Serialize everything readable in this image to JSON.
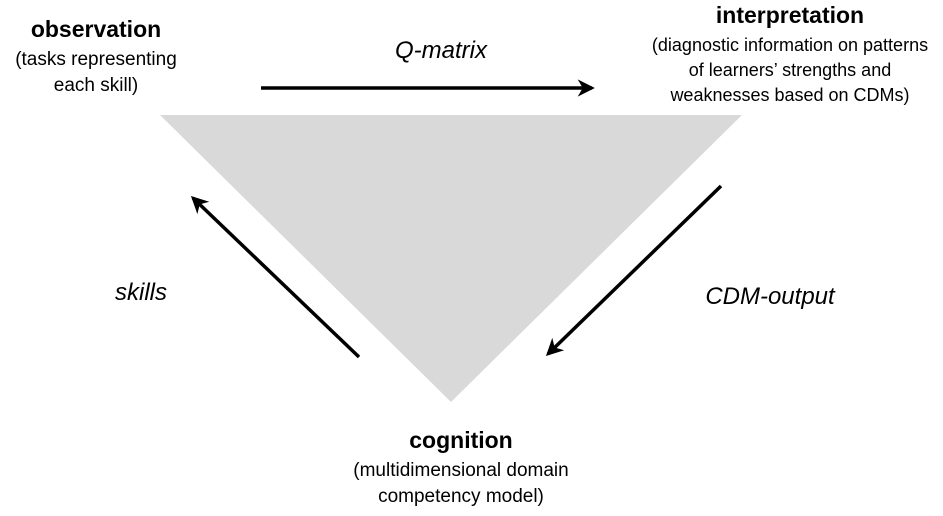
{
  "diagram": {
    "description_label": "assessment-triangle"
  },
  "nodes": {
    "observation": {
      "title": "observation",
      "sub_lines": [
        "(tasks representing",
        "each skill)"
      ]
    },
    "interpretation": {
      "title": "interpretation",
      "sub_lines": [
        "(diagnostic information on patterns",
        "of learners’ strengths and",
        "weaknesses based on CDMs)"
      ]
    },
    "cognition": {
      "title": "cognition",
      "sub_lines": [
        "(multidimensional domain",
        "competency model)"
      ]
    }
  },
  "edges": {
    "q_matrix": {
      "label": "Q-matrix",
      "from": "observation",
      "to": "interpretation"
    },
    "skills": {
      "label": "skills",
      "from": "cognition",
      "to": "observation"
    },
    "cdm_output": {
      "label": "CDM-output",
      "from": "interpretation",
      "to": "cognition"
    }
  },
  "colors": {
    "triangle_fill": "#d9d9d9",
    "arrow": "#000000",
    "text": "#000000",
    "background": "#ffffff"
  }
}
